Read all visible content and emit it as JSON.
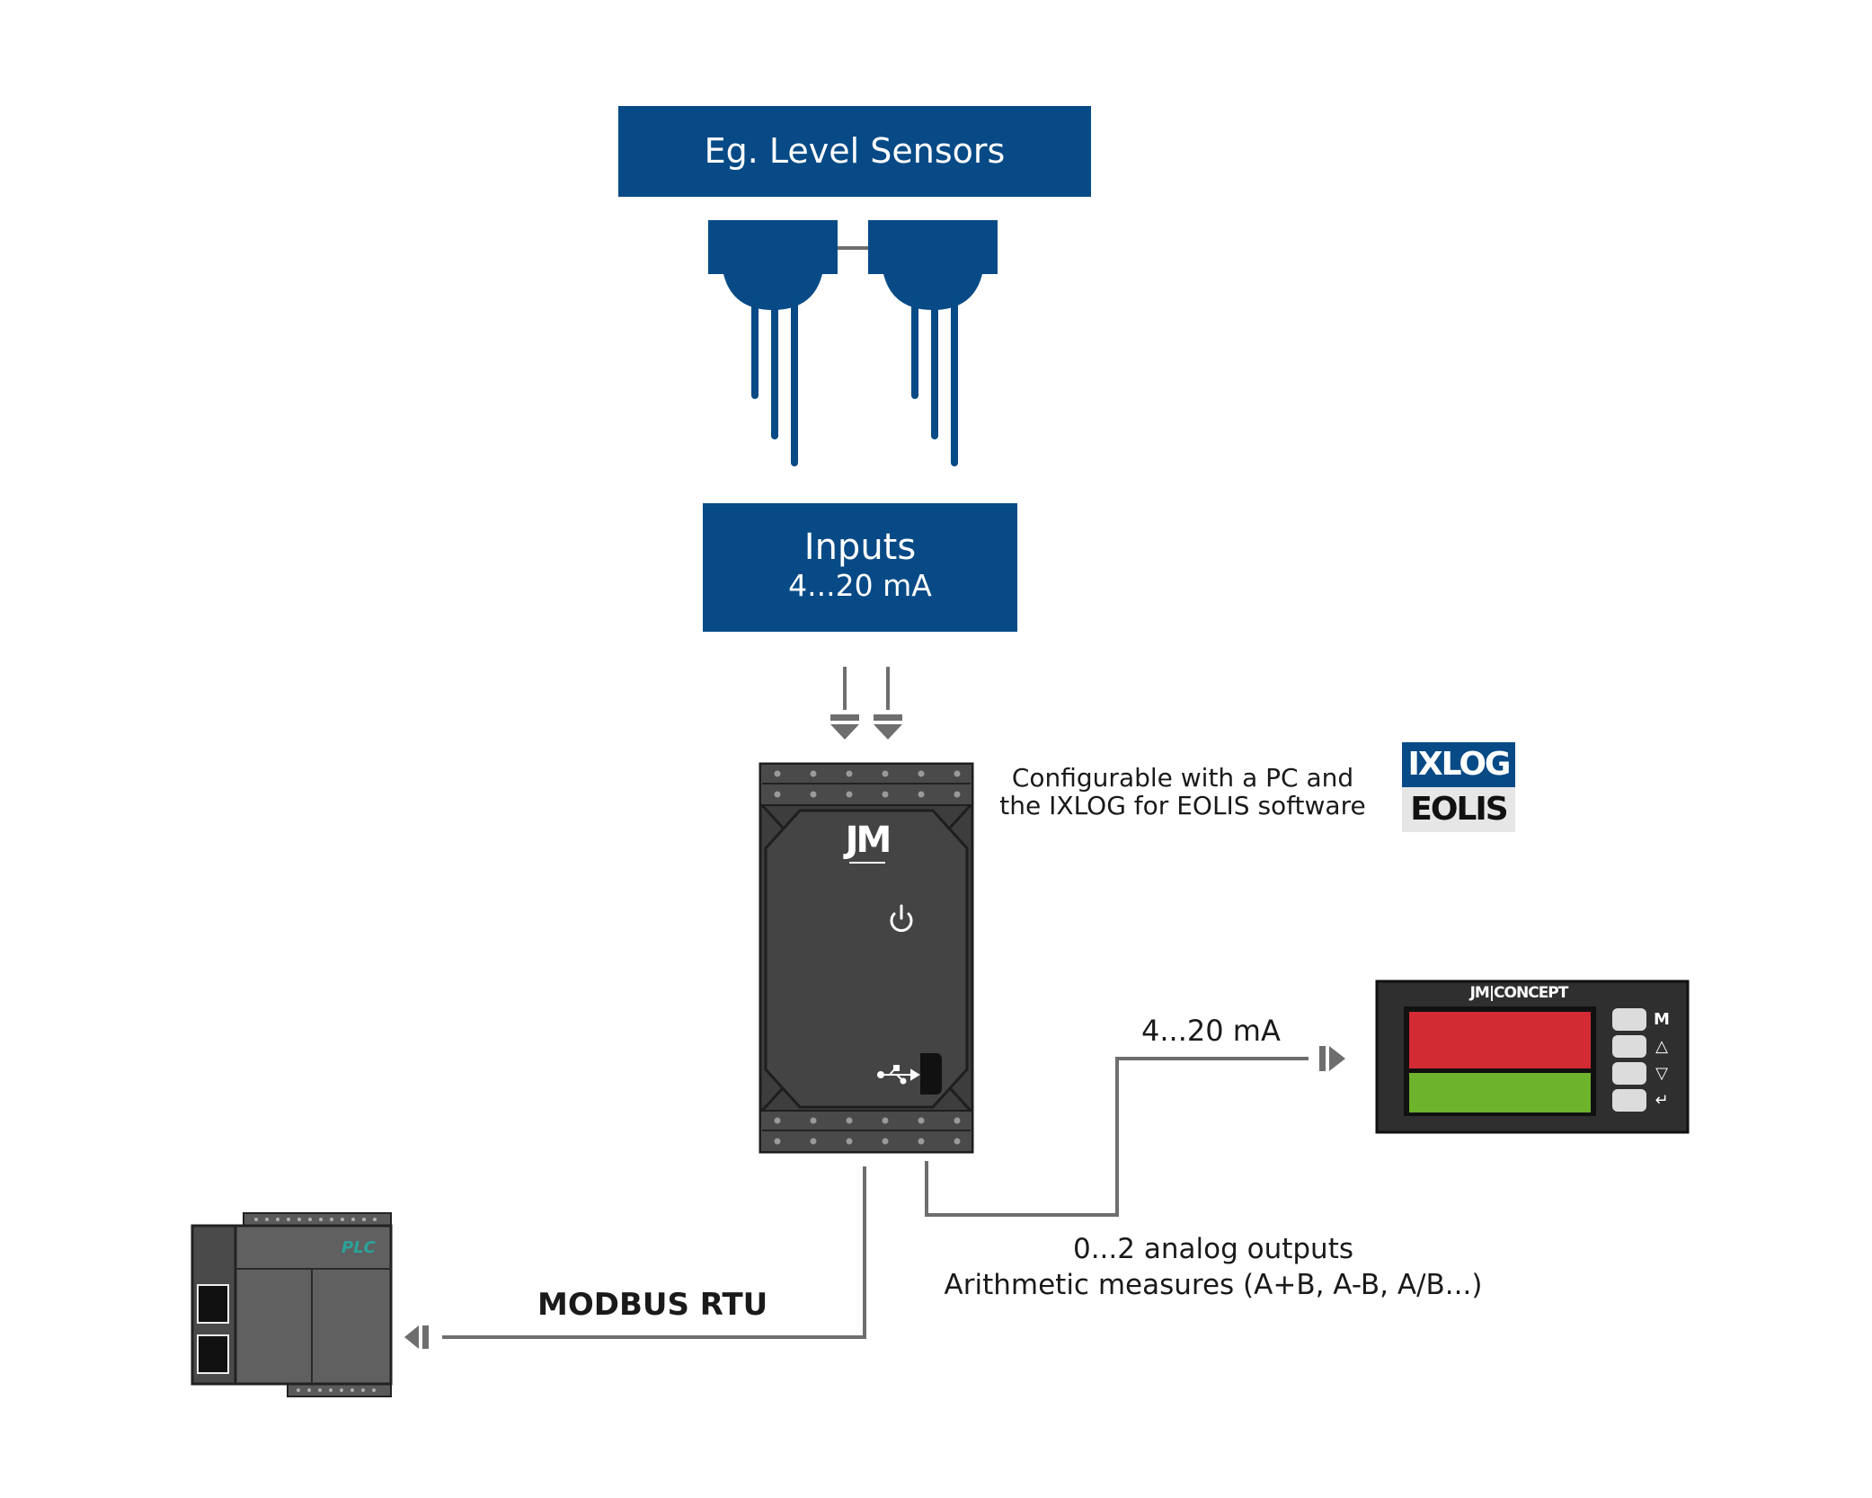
{
  "sensors_box": {
    "title": "Eg. Level Sensors"
  },
  "inputs_box": {
    "title": "Inputs",
    "subtitle": "4...20 mA"
  },
  "config_note": {
    "line1": "Configurable with a PC and",
    "line2": "the IXLOG for EOLIS software"
  },
  "software_logo": {
    "top": "IXLOG",
    "bottom": "EOLIS"
  },
  "device": {
    "brand": "JM",
    "power_icon": "power-icon",
    "usb_icon": "usb-icon"
  },
  "analog_link": {
    "label": "4...20 mA"
  },
  "analog_outputs": {
    "line1": "0...2 analog outputs",
    "line2": "Arithmetic measures (A+B, A-B, A/B...)"
  },
  "modbus_link": {
    "label": "MODBUS RTU"
  },
  "display_unit": {
    "brand": "JM|CONCEPT",
    "buttons": [
      "M",
      "△",
      "▽",
      "↵"
    ]
  },
  "plc": {
    "label": "PLC"
  },
  "colors": {
    "brand_blue": "#074a86",
    "device_dark": "#3d3d3d",
    "display_red": "#d22b33",
    "display_green": "#6db32c",
    "wire_gray": "#6e6e6e"
  }
}
